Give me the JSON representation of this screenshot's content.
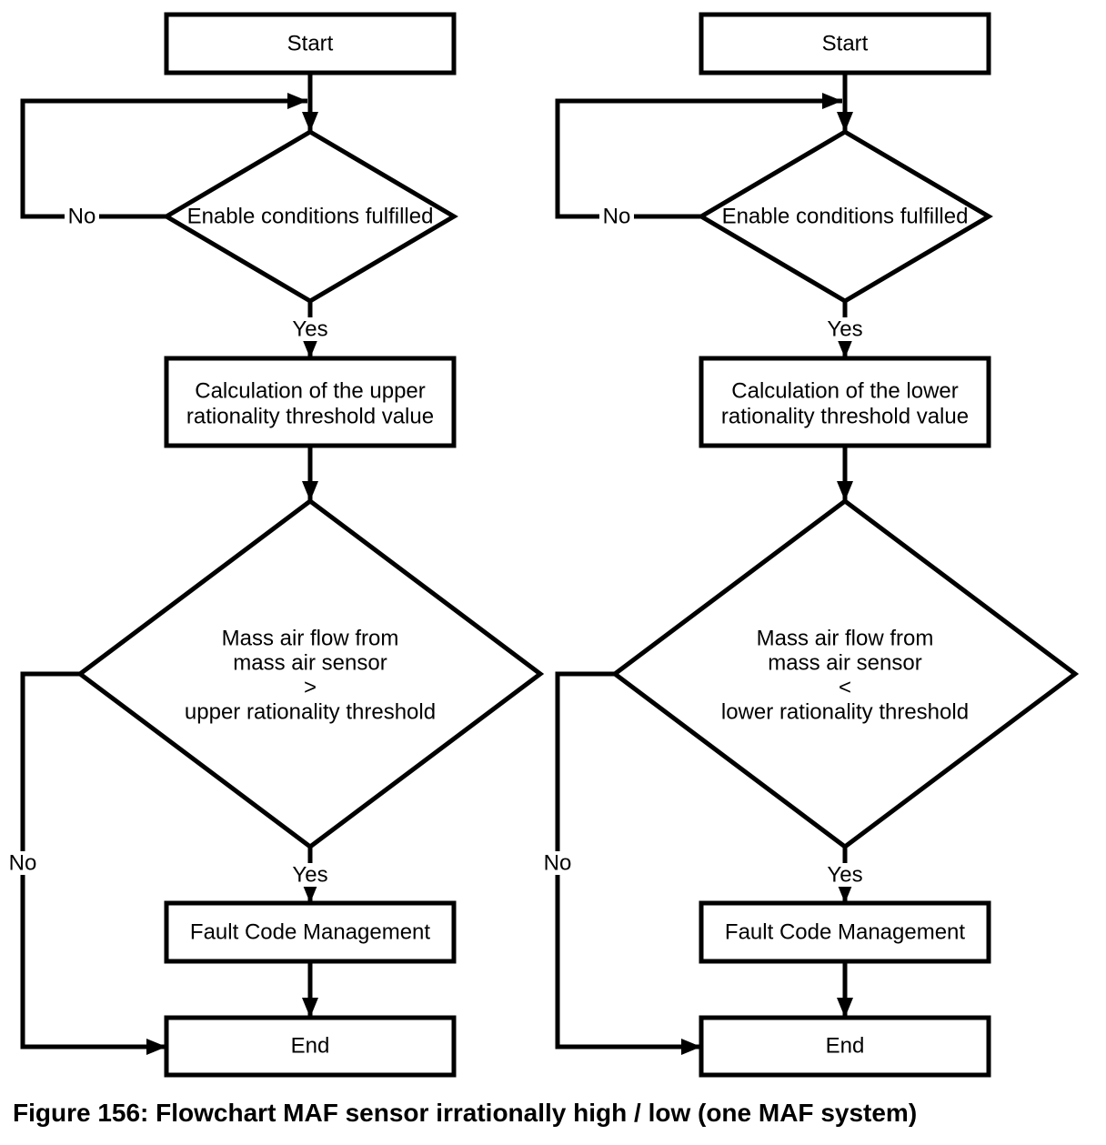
{
  "caption": "Figure 156: Flowchart MAF sensor irrationally high / low (one MAF system)",
  "labels": {
    "yes": "Yes",
    "no": "No"
  },
  "colors": {
    "stroke": "#000000",
    "background": "#ffffff",
    "text": "#000000"
  },
  "columns": [
    {
      "start_label": "Start",
      "decision1_label": "Enable conditions fulfilled",
      "process1_lines": [
        "Calculation of the upper",
        "rationality threshold value"
      ],
      "decision2_lines": [
        "Mass air flow from",
        "mass air sensor",
        ">",
        "upper rationality threshold"
      ],
      "process2_label": "Fault Code Management",
      "end_label": "End"
    },
    {
      "start_label": "Start",
      "decision1_label": "Enable conditions fulfilled",
      "process1_lines": [
        "Calculation of the lower",
        "rationality threshold value"
      ],
      "decision2_lines": [
        "Mass air flow from",
        "mass air sensor",
        "<",
        "lower rationality threshold"
      ],
      "process2_label": "Fault Code Management",
      "end_label": "End"
    }
  ]
}
